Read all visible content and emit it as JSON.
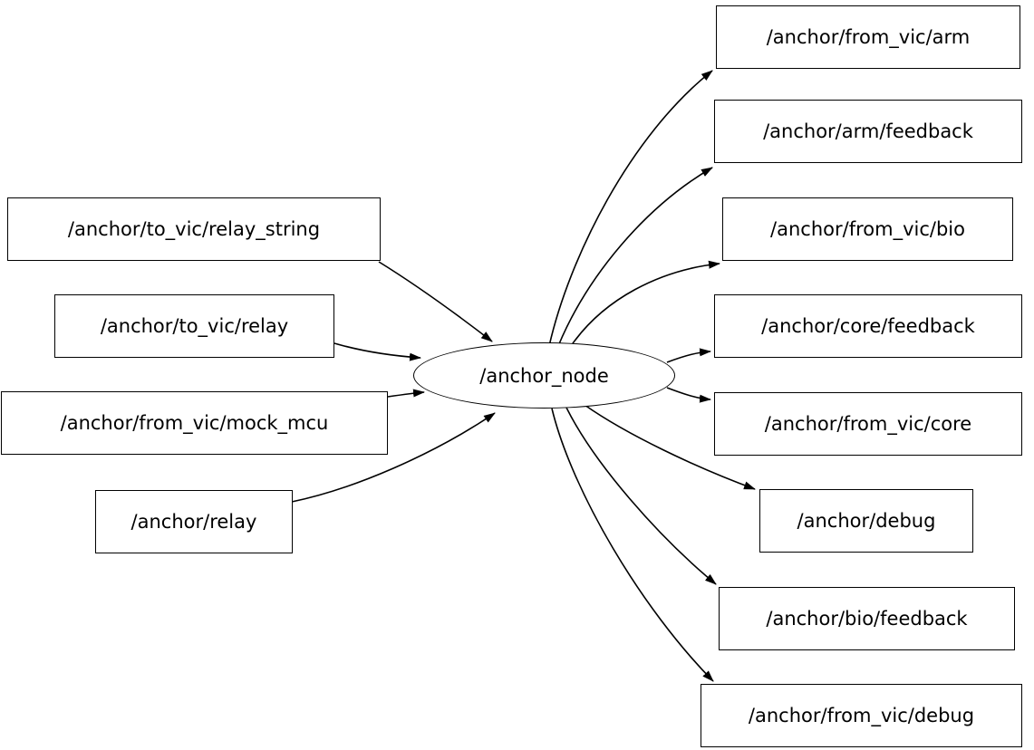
{
  "diagram": {
    "type": "ros-node-graph",
    "center_node": {
      "label": "/anchor_node",
      "shape": "ellipse"
    },
    "input_topics": [
      {
        "label": "/anchor/to_vic/relay_string"
      },
      {
        "label": "/anchor/to_vic/relay"
      },
      {
        "label": "/anchor/from_vic/mock_mcu"
      },
      {
        "label": "/anchor/relay"
      }
    ],
    "output_topics": [
      {
        "label": "/anchor/from_vic/arm"
      },
      {
        "label": "/anchor/arm/feedback"
      },
      {
        "label": "/anchor/from_vic/bio"
      },
      {
        "label": "/anchor/core/feedback"
      },
      {
        "label": "/anchor/from_vic/core"
      },
      {
        "label": "/anchor/debug"
      },
      {
        "label": "/anchor/bio/feedback"
      },
      {
        "label": "/anchor/from_vic/debug"
      }
    ],
    "edges": [
      {
        "from": "/anchor/to_vic/relay_string",
        "to": "/anchor_node"
      },
      {
        "from": "/anchor/to_vic/relay",
        "to": "/anchor_node"
      },
      {
        "from": "/anchor/from_vic/mock_mcu",
        "to": "/anchor_node"
      },
      {
        "from": "/anchor/relay",
        "to": "/anchor_node"
      },
      {
        "from": "/anchor_node",
        "to": "/anchor/from_vic/arm"
      },
      {
        "from": "/anchor_node",
        "to": "/anchor/arm/feedback"
      },
      {
        "from": "/anchor_node",
        "to": "/anchor/from_vic/bio"
      },
      {
        "from": "/anchor_node",
        "to": "/anchor/core/feedback"
      },
      {
        "from": "/anchor_node",
        "to": "/anchor/from_vic/core"
      },
      {
        "from": "/anchor_node",
        "to": "/anchor/debug"
      },
      {
        "from": "/anchor_node",
        "to": "/anchor/bio/feedback"
      },
      {
        "from": "/anchor_node",
        "to": "/anchor/from_vic/debug"
      }
    ],
    "colors": {
      "stroke": "#000000",
      "node_fill": "#ffffff",
      "background": "#ffffff",
      "text": "#000000"
    }
  }
}
